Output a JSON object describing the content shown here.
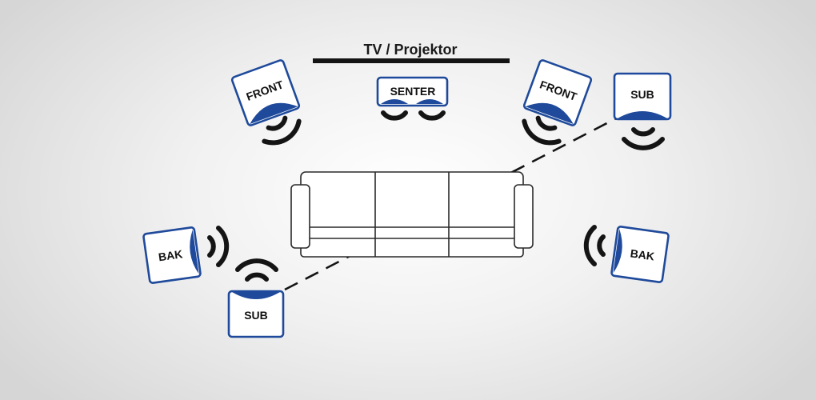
{
  "screen": {
    "label": "TV / Projektor"
  },
  "speakers": {
    "front_left": "FRONT",
    "center": "SENTER",
    "front_right": "FRONT",
    "sub_right": "SUB",
    "rear_left": "BAK",
    "rear_right": "BAK",
    "sub_left": "SUB"
  },
  "colors": {
    "speaker_accent": "#1f4a9b",
    "wave": "#141414",
    "background_center": "#ffffff",
    "background_edge": "#d6d6d6"
  }
}
